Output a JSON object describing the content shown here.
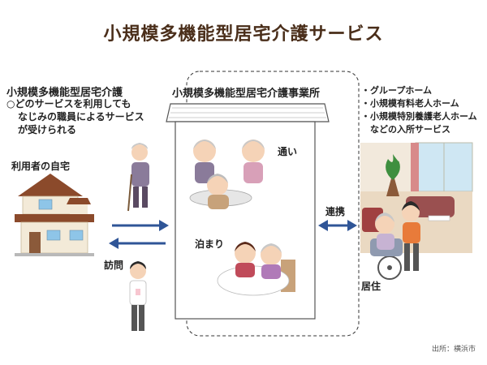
{
  "title": "小規模多機能型居宅介護サービス",
  "description": {
    "heading": "小規模多機能型居宅介護",
    "lines": [
      "○どのサービスを利用しても",
      "なじみの職員によるサービス",
      "が受けられる"
    ]
  },
  "home": {
    "label": "利用者の自宅"
  },
  "office": {
    "label": "小規模多機能型居宅介護事業所",
    "day_service": "通い",
    "overnight": "泊まり"
  },
  "visit": {
    "label": "訪問"
  },
  "cooperation": {
    "label": "連携"
  },
  "facilities": {
    "items": [
      "・グループホーム",
      "・小規模有料老人ホーム",
      "・小規模特別養護老人ホーム",
      "　などの入所サービス"
    ],
    "residence_label": "居住"
  },
  "source": "出所：横浜市",
  "colors": {
    "title": "#4a2e1a",
    "arrow": "#2f5597",
    "roof": "#8b4a2b",
    "dashed": "#333333"
  }
}
